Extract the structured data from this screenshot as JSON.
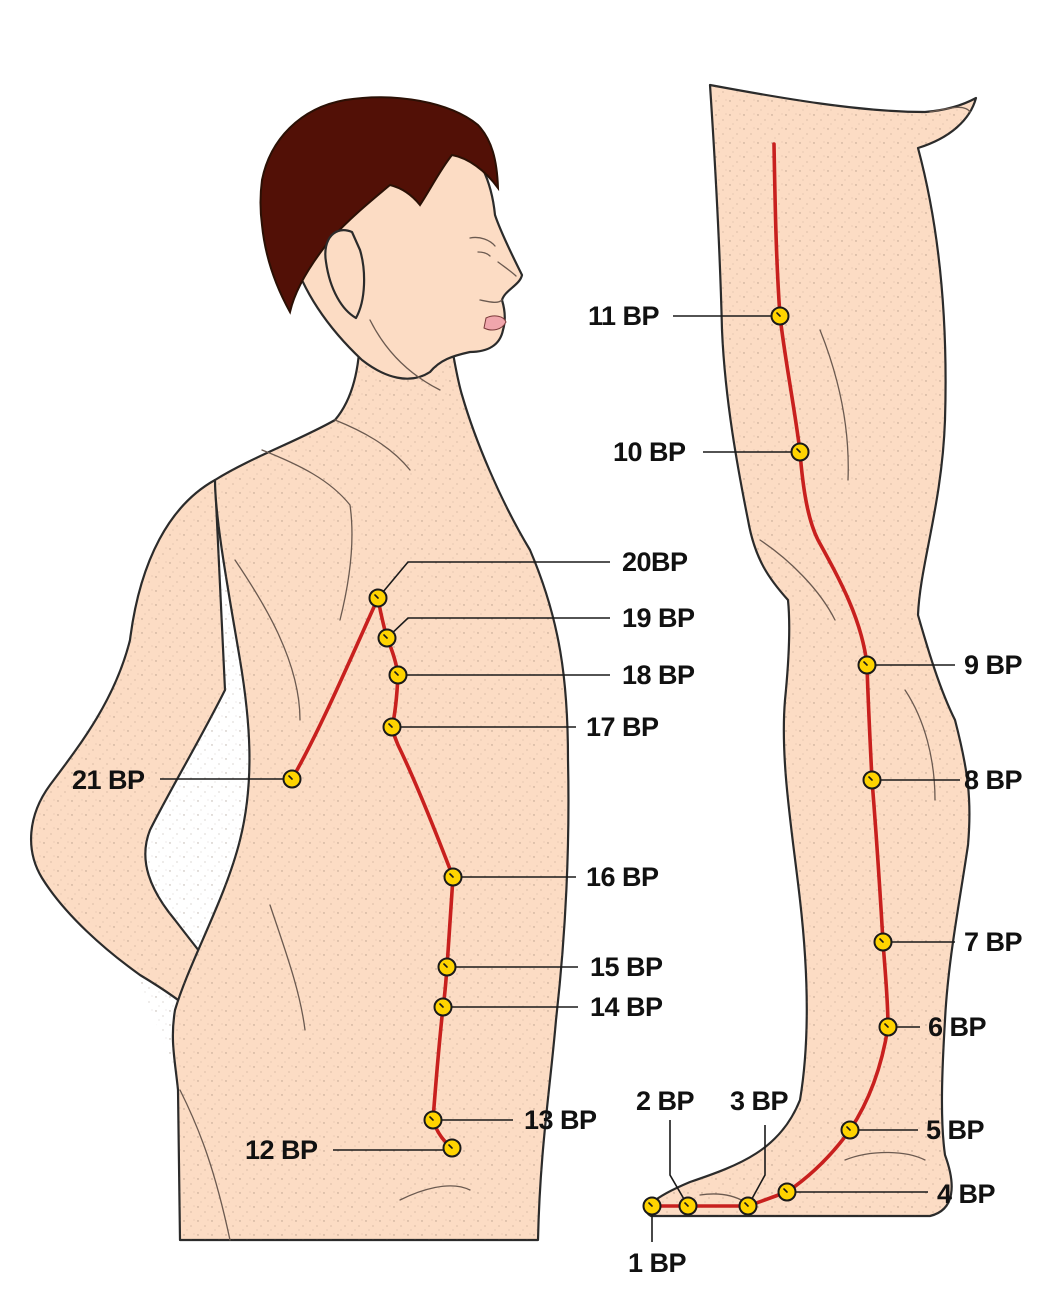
{
  "colors": {
    "skin": "#fcdcc4",
    "hair": "#521006",
    "lips": "#f0a6ac",
    "meridian": "#c8201e",
    "point_fill": "#ffd400",
    "outline": "#1a1a1a"
  },
  "points": [
    {
      "id": "bp1",
      "label": "1 BP"
    },
    {
      "id": "bp2",
      "label": "2 BP"
    },
    {
      "id": "bp3",
      "label": "3 BP"
    },
    {
      "id": "bp4",
      "label": "4 BP"
    },
    {
      "id": "bp5",
      "label": "5 BP"
    },
    {
      "id": "bp6",
      "label": "6 BP"
    },
    {
      "id": "bp7",
      "label": "7 BP"
    },
    {
      "id": "bp8",
      "label": "8 BP"
    },
    {
      "id": "bp9",
      "label": "9 BP"
    },
    {
      "id": "bp10",
      "label": "10 BP"
    },
    {
      "id": "bp11",
      "label": "11 BP"
    },
    {
      "id": "bp12",
      "label": "12 BP"
    },
    {
      "id": "bp13",
      "label": "13 BP"
    },
    {
      "id": "bp14",
      "label": "14 BP"
    },
    {
      "id": "bp15",
      "label": "15 BP"
    },
    {
      "id": "bp16",
      "label": "16 BP"
    },
    {
      "id": "bp17",
      "label": "17 BP"
    },
    {
      "id": "bp18",
      "label": "18 BP"
    },
    {
      "id": "bp19",
      "label": "19 BP"
    },
    {
      "id": "bp20",
      "label": "20BP"
    },
    {
      "id": "bp21",
      "label": "21 BP"
    }
  ]
}
